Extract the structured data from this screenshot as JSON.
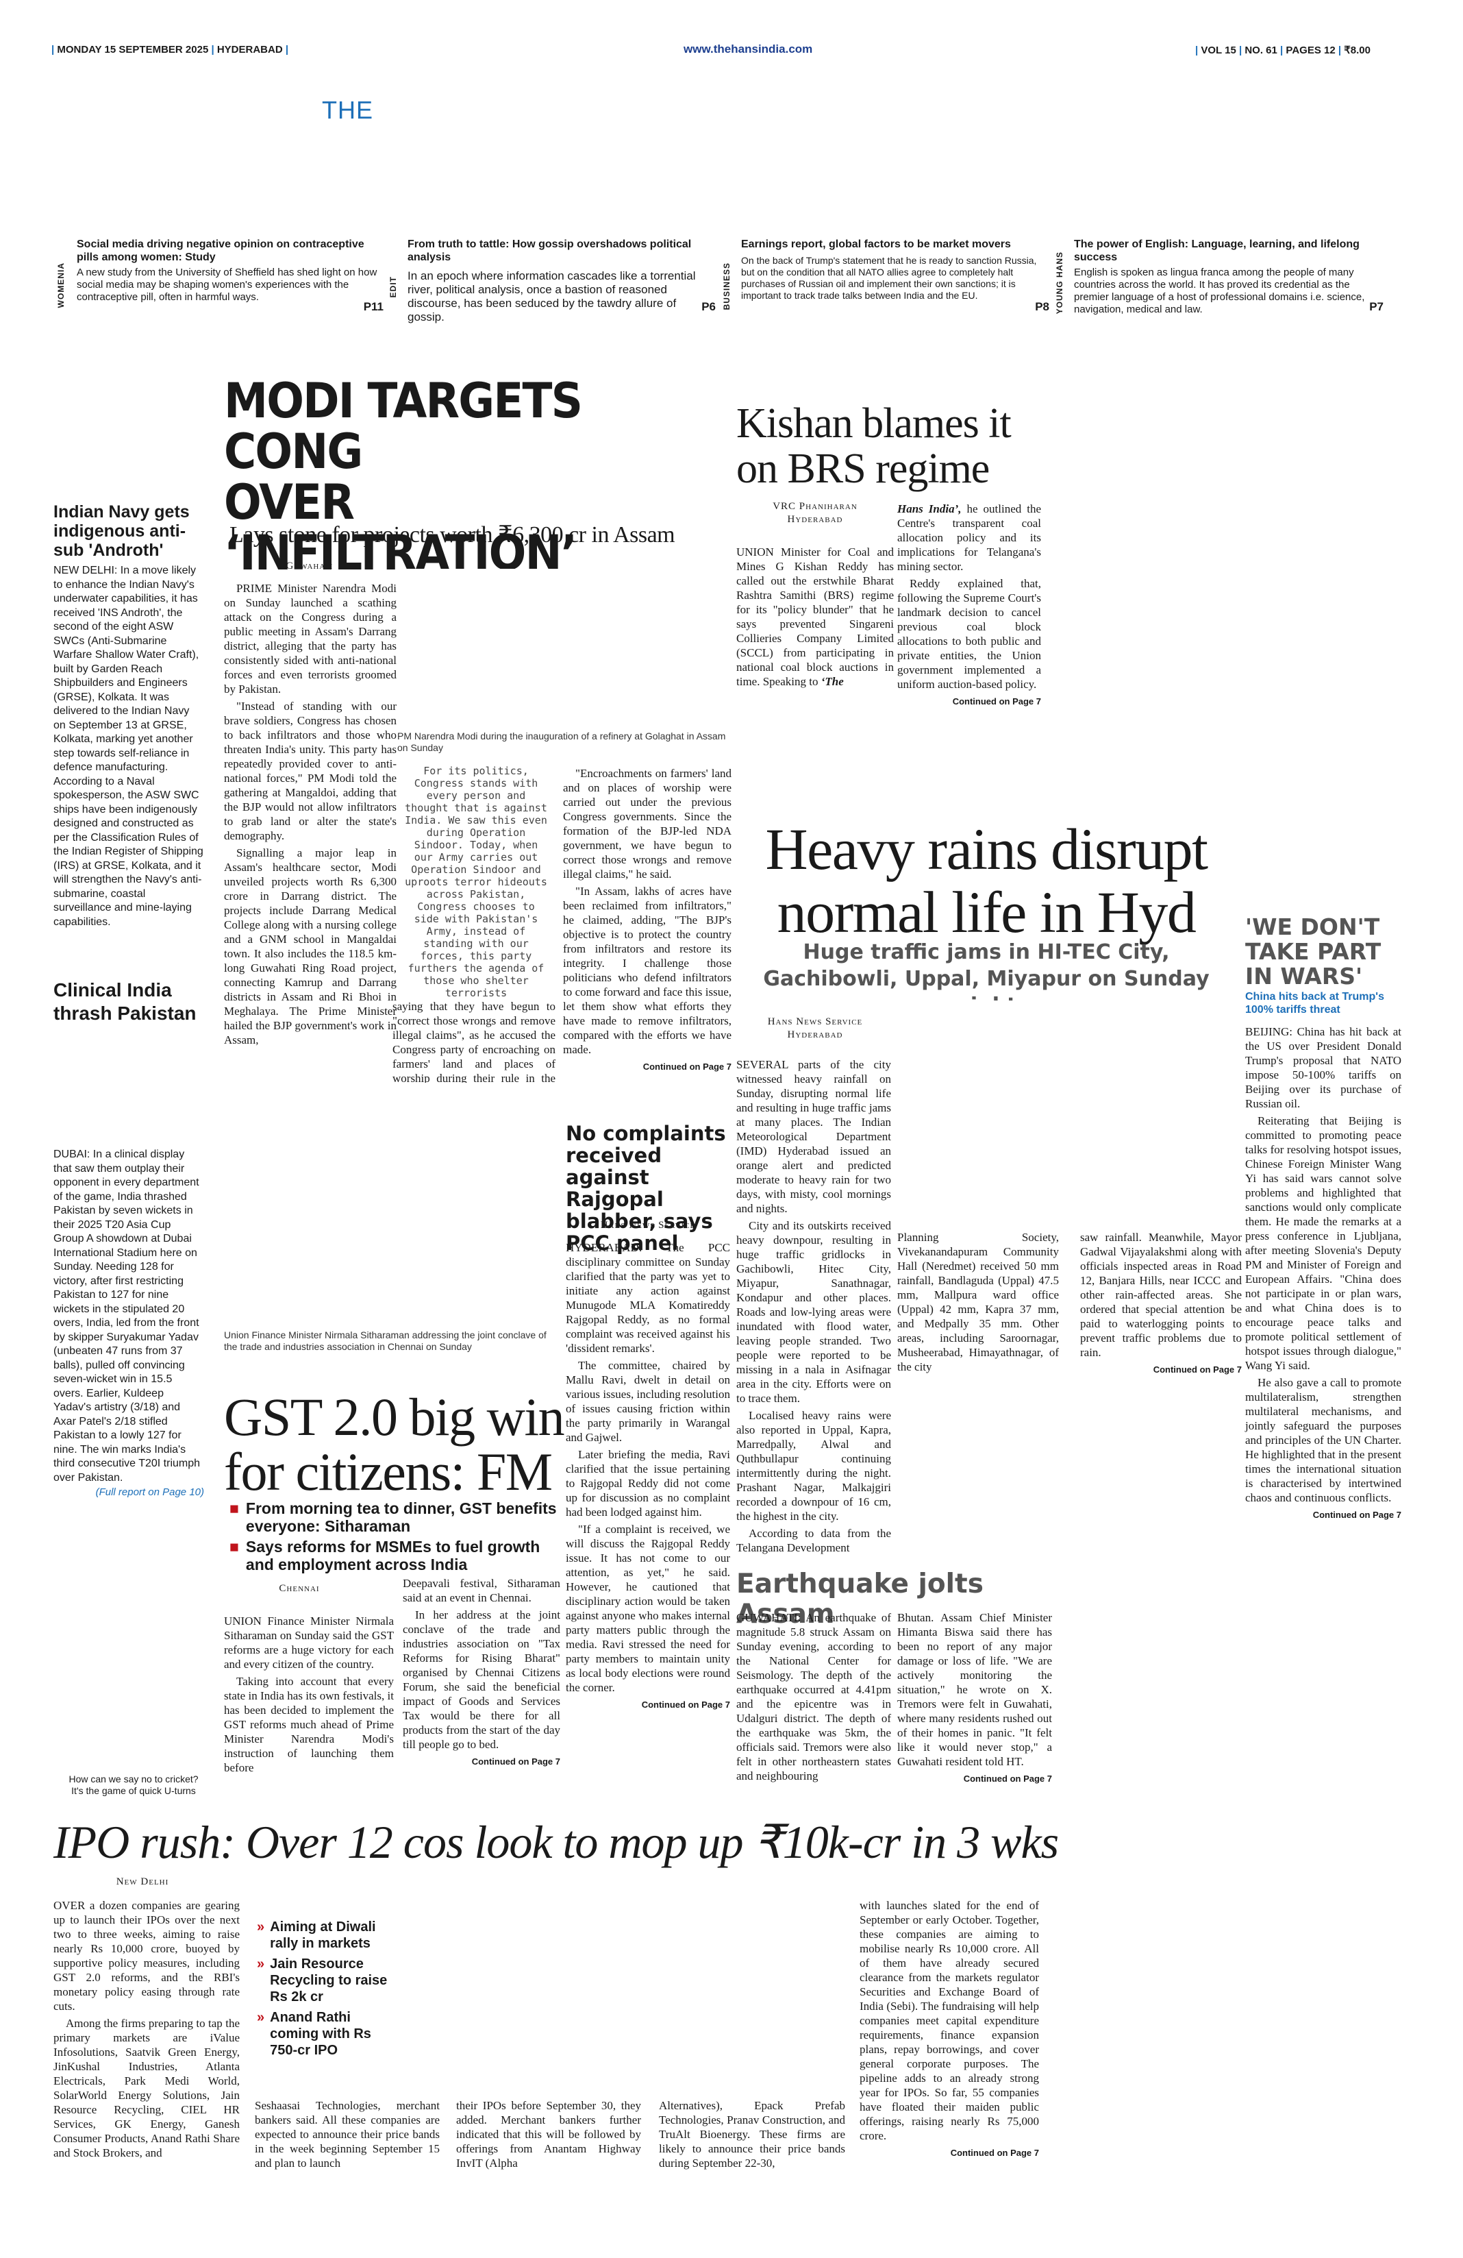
{
  "masthead": {
    "date": "MONDAY 15 SEPTEMBER 2025",
    "city": "HYDERABAD",
    "website": "www.thehansindia.com",
    "vol": "VOL 15",
    "no": "NO. 61",
    "pages": "PAGES 12",
    "price": "₹8.00",
    "logo_text": "THE"
  },
  "teasers": [
    {
      "section": "WOMENIA",
      "title": "Social media driving negative opinion on contraceptive pills among women: Study",
      "body": "A new study from the University of Sheffield has shed light on how social media may be shaping women's experiences with the contraceptive pill, often in harmful ways.",
      "page": "P11"
    },
    {
      "section": "EDIT",
      "title": "From truth to tattle: How gossip overshadows political analysis",
      "body": "In an epoch where information cascades like a torrential river, political analysis, once a bastion of reasoned discourse, has been seduced by the tawdry allure of gossip.",
      "page": "P6"
    },
    {
      "section": "BUSINESS",
      "title": "Earnings report, global factors to be market movers",
      "body": "On the back of Trump's statement that he is ready to sanction Russia, but on the condition that all NATO allies agree to completely halt purchases of Russian oil and implement their own sanctions; it is important to track trade talks between India and the EU.",
      "page": "P8"
    },
    {
      "section": "YOUNG HANS",
      "title": "The power of English: Language, learning, and lifelong success",
      "body": "English is spoken as lingua franca among the people of many countries across the world. It has proved its credential as the premier language of a host of professional domains i.e. science, navigation, medical and law.",
      "page": "P7"
    }
  ],
  "navy": {
    "headline": "Indian Navy gets indigenous anti-sub 'Androth'",
    "body": "NEW DELHI: In a move likely to enhance the Indian Navy's underwater capabilities, it has received 'INS Androth', the second of the eight ASW SWCs (Anti-Submarine Warfare Shallow Water Craft), built by Garden Reach Shipbuilders and Engineers (GRSE), Kolkata. It was delivered to the Indian Navy on September 13 at GRSE, Kolkata, marking yet another step towards self-reliance in defence manufacturing. According to a Naval spokesperson, the ASW SWC ships have been indigenously designed and constructed as per the Classification Rules of the Indian Register of Shipping (IRS) at GRSE, Kolkata, and it will strengthen the Navy's anti-submarine, coastal surveillance and mine-laying capabilities."
  },
  "cricket": {
    "headline": "Clinical India thrash Pakistan",
    "body": "DUBAI: In a clinical display that saw them outplay their opponent in every department of the game, India thrashed Pakistan by seven wickets in their 2025 T20 Asia Cup Group A showdown at Dubai International Stadium here on Sunday. Needing 128 for victory, after first restricting Pakistan to 127 for nine wickets in the stipulated 20 overs, India, led from the front by skipper Suryakumar Yadav (unbeaten 47 runs from 37 balls), pulled off convincing seven-wicket win in 15.5 overs.  Earlier, Kuldeep Yadav's artistry (3/18) and Axar Patel's 2/18 stifled Pakistan to a lowly 127 for nine. The win marks India's third consecutive T20I triumph over Pakistan.",
    "more": "(Full report on Page 10)",
    "cartoon_caption": "How can we say no to cricket? It's the game of quick U-turns"
  },
  "modi": {
    "headline_line1": "MODI TARGETS CONG",
    "headline_line2": "OVER ‘INFILTRATION’",
    "deck": "Lays stone for projects worth ₹6,300 cr in Assam",
    "dateline": "Guwahati",
    "col1": [
      "PRIME Minister Narendra Modi on Sunday launched a scathing attack on the Congress during a public meeting in Assam's Darrang district, alleging that the party has consistently sided with anti-national forces and even terrorists groomed by Pakistan.",
      "\"Instead of standing with our brave soldiers, Congress has chosen to back infiltrators and those who threaten India's unity. This party has repeatedly provided cover to anti-national forces,\" PM Modi told the gathering at Mangaldoi, adding that the BJP would not allow infiltrators to grab land or alter the state's demography.",
      "Signalling a major leap in Assam's healthcare sector, Modi unveiled projects worth Rs 6,300 crore in Darrang district. The projects include Darrang Medical College along with a nursing college and a GNM school in Mangaldai town. It also includes the 118.5 km-long Guwahati Ring Road project, connecting Kamrup and Darrang districts in Assam and Ri Bhoi in Meghalaya. The Prime Minister hailed the BJP government's work in Assam,"
    ],
    "photo_caption": "PM Narendra Modi during the inauguration of a refinery at Golaghat in Assam on Sunday",
    "pullquote": "For its politics, Congress stands with every person and thought that is against India. We saw this even during Operation Sindoor. Today, when our Army carries out Operation Sindoor and uproots terror hideouts across Pakistan, Congress chooses to side with Pakistan's Army, instead of standing with our forces, this party furthers the agenda of those who shelter terrorists",
    "col3": "saying that they have begun to \"correct those wrongs and remove illegal claims\", as he accused the Congress party of encroaching on farmers' land and places of worship during their rule in the state.",
    "col4": [
      "\"Encroachments on farmers' land and on places of worship were carried out under the previous Congress governments. Since the formation of the BJP-led NDA government, we have begun to correct those wrongs and remove illegal claims,\" he said.",
      "\"In Assam, lakhs of acres have been reclaimed from infiltrators,\" he claimed, adding, \"The BJP's objective is to protect the country from infiltrators and restore its integrity. I challenge those politicians who defend infiltrators to come forward and face this issue, let them show what efforts they have made to remove infiltrators, compared with the efforts we have made."
    ],
    "cont": "Continued on Page 7"
  },
  "kishan": {
    "headline_line1": "Kishan blames it",
    "headline_line2": "on BRS regime",
    "byline_name": "VRC Phaniharan",
    "byline_city": "Hyderabad",
    "col1": "UNION Minister for Coal and Mines G Kishan Reddy has called out the erstwhile Bharat Rashtra Samithi (BRS) regime for its \"policy blunder\" that he says prevented Singareni Collieries Company Limited (SCCL) from participating in national coal block auctions in time. Speaking to",
    "col1_italic": "‘The",
    "col2_italic": "Hans India’,",
    "col2": "he outlined the Centre's transparent coal allocation policy and its implications for Telangana's mining sector.",
    "col2b": "Reddy explained that, following the Supreme Court's landmark decision to cancel previous coal block allocations to both public and private entities, the Union government implemented a uniform auction-based policy.",
    "cont": "Continued on Page 7"
  },
  "rains": {
    "headline_line1": "Heavy rains disrupt",
    "headline_line2": "normal life in Hyd",
    "deck": "Huge traffic jams in HI-TEC City, Gachibowli, Uppal, Miyapur on Sunday night",
    "byline_name": "Hans News Service",
    "byline_city": "Hyderabad",
    "col1": [
      "SEVERAL parts of the city witnessed heavy rainfall on Sunday, disrupting normal life and resulting in huge traffic jams at many places. The Indian Meteorological Department (IMD) Hyderabad issued an orange alert and predicted moderate to heavy rain for two days, with misty, cool mornings and nights.",
      "City and its outskirts received heavy downpour, resulting in huge traffic gridlocks in Gachibowli, Hitec City, Miyapur, Sanathnagar, Kondapur and other places. Roads and low-lying areas were inundated with flood water, leaving people stranded. Two people were reported to be missing in a nala in Asifnagar area in the city. Efforts were on to trace them.",
      "Localised heavy rains were also reported in Uppal, Kapra, Marredpally, Alwal and Quthbullapur continuing intermittently during the night. Prashant Nagar, Malkajgiri recorded a downpour of 16 cm, the highest in the city.",
      "According to data from the Telangana Development"
    ],
    "col2": "Planning Society, Vivekanandapuram Community Hall (Neredmet) received 50 mm rainfall, Bandlaguda (Uppal) 47.5 mm, Mallpura ward office (Uppal) 42 mm, Kapra 37 mm, and Medpally 35 mm. Other areas, including Saroornagar, Musheerabad, Himayathnagar, of the city",
    "col3": "saw rainfall. Meanwhile, Mayor Gadwal Vijayalakshmi along with officials inspected areas in Road 12, Banjara Hills, near ICCC and other rain-affected areas. She ordered that special attention be paid to waterlogging points to prevent traffic problems due to rain.",
    "cont": "Continued on Page 7"
  },
  "china": {
    "headline": "'WE DON'T TAKE PART IN WARS'",
    "deck": "China hits back at Trump's 100% tariffs threat",
    "body": [
      "BEIJING: China has hit back at the US over President Donald Trump's proposal that NATO impose 50-100% tariffs on Beijing over its purchase of Russian oil.",
      "Reiterating that Beijing is committed to promoting peace talks for resolving hotspot issues, Chinese Foreign Minister Wang Yi has said wars cannot solve problems and highlighted that sanctions would only complicate them. He made the remarks at a press conference in Ljubljana, after meeting Slovenia's Deputy PM and Minister of Foreign and European Affairs. \"China does not participate in or plan wars, and what China does is to encourage peace talks and promote political settlement of hotspot issues through dialogue,\" Wang Yi said.",
      "He also gave a call to promote multilateralism, strengthen multilateral mechanisms, and jointly safeguard the purposes and principles of the UN Charter. He highlighted that in the present times the international situation is characterised by intertwined chaos and continuous conflicts."
    ],
    "cont": "Continued on Page 7"
  },
  "gst": {
    "photo_caption": "Union Finance Minister Nirmala Sitharaman addressing the joint conclave of the trade and industries association in Chennai on Sunday",
    "headline_line1": "GST 2.0 big win",
    "headline_line2": "for citizens: FM",
    "bullets": [
      "From morning tea to dinner, GST benefits everyone: Sitharaman",
      "Says reforms for MSMEs to fuel growth and employment across India"
    ],
    "dateline": "Chennai",
    "col1": [
      "UNION Finance Minister Nirmala Sitharaman on Sunday said the GST reforms are a huge victory for each and every citizen of the country.",
      "Taking into account that every state in India has its own festivals, it has been decided to implement the GST reforms much ahead of Prime Minister Narendra Modi's instruction of launching them before"
    ],
    "col2": [
      "Deepavali festival, Sitharaman said at an event in Chennai.",
      "In her address at the joint conclave of the trade and industries association on \"Tax Reforms for Rising Bharat\" organised by Chennai Citizens Forum, she said the beneficial impact of Goods and Services Tax would be there for all products from the start of the day till people go to bed."
    ],
    "cont": "Continued on Page 7"
  },
  "pcc": {
    "headline": "No complaints received against Rajgopal blabber, says PCC panel",
    "byline": "Hans News Service",
    "body": [
      "HYDERABAD: The PCC disciplinary committee on Sunday clarified that the party was yet to initiate any action against Munugode MLA Komatireddy Rajgopal Reddy, as no formal complaint was received against his 'dissident remarks'.",
      "The committee, chaired by Mallu Ravi, dwelt in detail on various issues, including resolution of issues causing friction within the party primarily in Warangal and Gajwel.",
      "Later briefing the media, Ravi clarified that the issue pertaining to Rajgopal Reddy did not come up for discussion as no complaint had been lodged against him.",
      "\"If a complaint is received, we will discuss the Rajgopal Reddy issue. It has not come to our attention, as yet,\" he said. However, he cautioned that disciplinary action would be taken against anyone who makes internal party matters public through the media. Ravi stressed the need for party members to maintain unity as local body elections were round the corner."
    ],
    "cont": "Continued on Page 7"
  },
  "quake": {
    "headline": "Earthquake jolts Assam",
    "col1": "GUWAHATI: An earthquake of magnitude 5.8 struck Assam on Sunday evening, according to the National Center for Seismology. The depth of the earthquake occurred at 4.41pm and the epicentre was in Udalguri district. The depth of the earthquake was 5km, the officials said. Tremors were also felt in other northeastern states and neighbouring",
    "col2": "Bhutan. Assam Chief Minister Himanta Biswa said there has been no report of any major damage or loss of life. \"We are actively monitoring the situation,\" he wrote on X. Tremors were felt in Guwahati, where many residents rushed out of their homes in panic. \"It felt like it would never stop,\" a Guwahati resident told HT.",
    "cont": "Continued on Page 7"
  },
  "ipo": {
    "headline": "IPO rush: Over 12 cos look to mop up ₹10k-cr in 3 wks",
    "dateline": "New Delhi",
    "col1": [
      "OVER a dozen companies are gearing up to launch their IPOs over the next two to three weeks, aiming to raise nearly Rs 10,000 crore, buoyed by supportive policy measures, including GST 2.0 reforms, and the RBI's monetary policy easing through rate cuts.",
      "Among the firms preparing to tap the primary markets are iValue Infosolutions, Saatvik Green Energy, JinKushal Industries, Atlanta Electricals, Park Medi World, SolarWorld Energy Solutions, Jain Resource Recycling, CIEL HR Services, GK Energy, Ganesh Consumer Products, Anand Rathi Share and Stock Brokers, and"
    ],
    "bullets": [
      "Aiming at Diwali rally in markets",
      "Jain Resource Recycling to raise Rs 2k cr",
      "Anand Rathi coming with Rs 750-cr IPO"
    ],
    "col2": "Seshaasai Technologies, merchant bankers said. All these companies are expected to announce their price bands in the week beginning September 15 and plan to launch",
    "col3": "their IPOs before September 30, they added. Merchant bankers further indicated that this will be followed by offerings from Anantam Highway InvIT (Alpha",
    "col4": "Alternatives), Epack Prefab Technologies, Pranav Construction, and TruAlt Bioenergy. These firms are likely to announce their price bands during September 22-30,",
    "col5": "with launches slated for the end of September or early October. Together, these companies are aiming to mobilise nearly Rs 10,000 crore. All of them have already secured clearance from the markets regulator Securities and Exchange Board of India (Sebi). The fundraising will help companies meet capital expenditure requirements, finance expansion plans, repay borrowings, and cover general corporate purposes. The pipeline adds to an already strong year for IPOs. So far, 55 companies have floated their maiden public offerings, raising nearly Rs 75,000 crore.",
    "cont": "Continued on Page 7"
  },
  "colors": {
    "accent_blue": "#1d6fb8",
    "red": "#c0141c"
  }
}
